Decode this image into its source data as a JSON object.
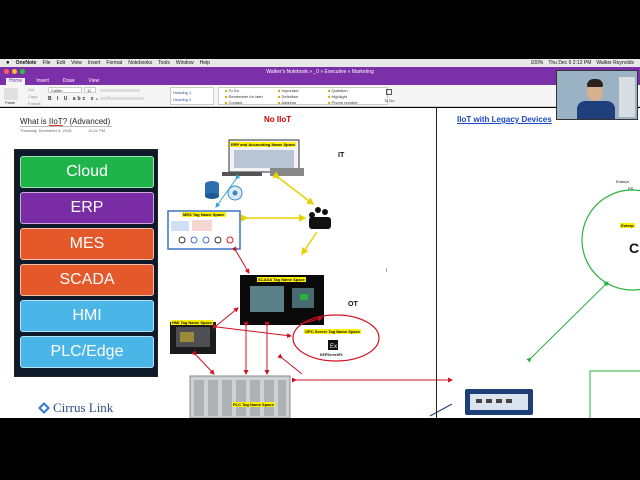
{
  "menubar": {
    "app": "OneNote",
    "items": [
      "File",
      "Edit",
      "View",
      "Insert",
      "Format",
      "Notebooks",
      "Tools",
      "Window",
      "Help"
    ],
    "status": "Thu Dec 6  2:12 PM",
    "user": "Walker Reynolds",
    "battery": "100%"
  },
  "window": {
    "title": "Walker's Notebook  »  _0  »  Executive  »  Marketing"
  },
  "ribbon": {
    "tabs": [
      "Home",
      "Insert",
      "Draw",
      "View"
    ],
    "active_tab": "Home",
    "paste": "Paste",
    "cut": "Cut",
    "copy": "Copy",
    "format": "Format",
    "font": "Calibri",
    "size": "11",
    "style1": "Heading 1",
    "style2": "Heading 2",
    "tags_col1": [
      "To Do",
      "Remember for later",
      "Contact"
    ],
    "tags_col2": [
      "Important",
      "Definition",
      "Address"
    ],
    "tags_col3": [
      "Question",
      "Highlight",
      "Phone number"
    ],
    "todo": "To Do"
  },
  "page": {
    "title_prefix": "What is ",
    "title_iiot": "IIoT",
    "title_suffix": "? (Advanced)",
    "date": "Thursday, December 6, 2018",
    "time": "12:41 PM"
  },
  "stack": {
    "layers": [
      {
        "label": "Cloud",
        "color": "#1fb44a"
      },
      {
        "label": "ERP",
        "color": "#7a2ca4"
      },
      {
        "label": "MES",
        "color": "#e4582a"
      },
      {
        "label": "SCADA",
        "color": "#e4582a"
      },
      {
        "label": "HMI",
        "color": "#4ab6e8"
      },
      {
        "label": "PLC/Edge",
        "color": "#4ab6e8"
      }
    ]
  },
  "logo": {
    "text": "Cirrus Link"
  },
  "diagram": {
    "heading_left": "No IIoT",
    "heading_right": "IIoT with Legacy Devices",
    "it": "IT",
    "ot": "OT",
    "erp_ns": "ERP and Accounting Name Space",
    "mes_ns": "MES Tag Name Space",
    "scada_ns": "SCADA Tag Name Space",
    "hmi_ns": "HMI Tag Name Space",
    "opc_ns": "OPC Server Tag Name Space",
    "plc_ns": "PLC Tag Name Space",
    "kep": "KEPServerEX",
    "right_text1": "Enterpr",
    "right_text2": "PS",
    "right_text3": "Enterp"
  }
}
